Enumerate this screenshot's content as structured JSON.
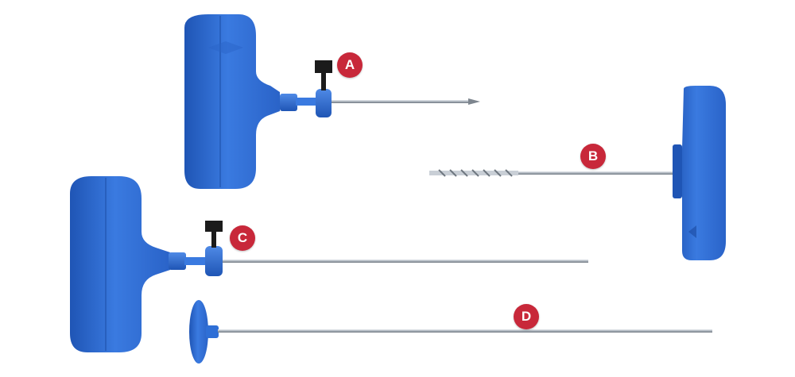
{
  "colors": {
    "handle": "#2f6fd6",
    "handle_dark": "#1f55b5",
    "handle_light": "#4f8ae6",
    "needle": "#b9c0c8",
    "needle_dark": "#7d858e",
    "knob": "#1b1b1b",
    "badge": "#c8283a"
  },
  "labels": {
    "a": "A",
    "b": "B",
    "c": "C",
    "d": "D"
  }
}
